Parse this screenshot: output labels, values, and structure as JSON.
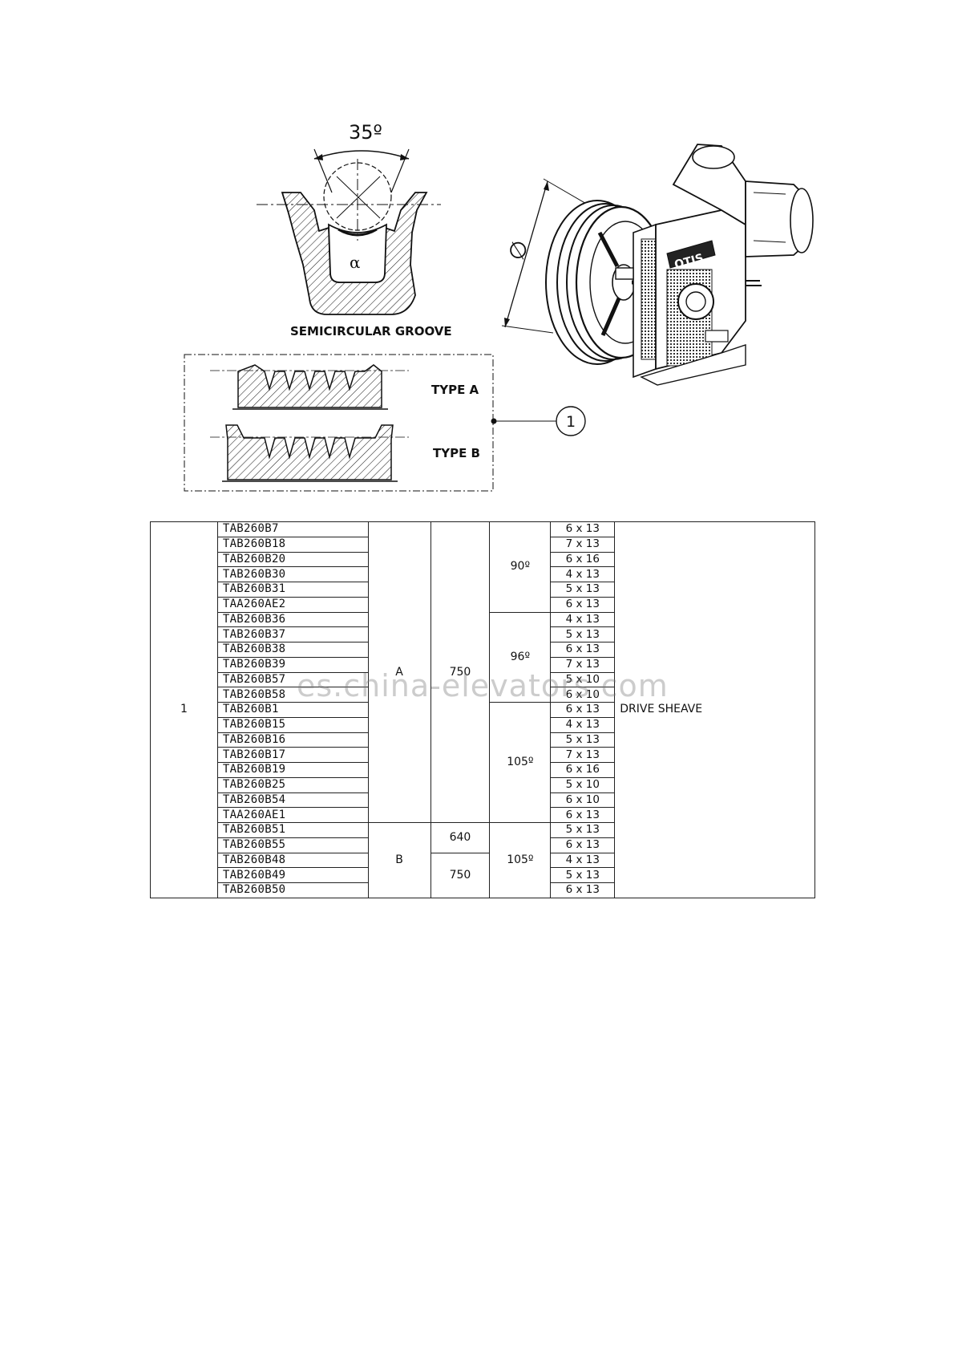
{
  "figure": {
    "angle_label": "35º",
    "alpha_label": "α",
    "groove_caption": "SEMICIRCULAR GROOVE",
    "type_a_label": "TYPE A",
    "type_b_label": "TYPE B",
    "callout_number": "1",
    "diameter_symbol": "∅",
    "brand_text": "OTIS"
  },
  "watermark": "es.china-elevators.com",
  "table": {
    "item_number": "1",
    "description": "DRIVE SHEAVE",
    "type_a": "A",
    "type_b": "B",
    "diameter_750": "750",
    "diameter_640": "640",
    "diameter_750_b": "750",
    "angle_90": "90º",
    "angle_96": "96º",
    "angle_105": "105º",
    "angle_105_b": "105º",
    "rows": [
      {
        "code": "TAB260B7",
        "size": "6 x 13"
      },
      {
        "code": "TAB260B18",
        "size": "7 x 13"
      },
      {
        "code": "TAB260B20",
        "size": "6 x 16"
      },
      {
        "code": "TAB260B30",
        "size": "4 x 13"
      },
      {
        "code": "TAB260B31",
        "size": "5 x 13"
      },
      {
        "code": "TAA260AE2",
        "size": "6 x 13"
      },
      {
        "code": "TAB260B36",
        "size": "4 x 13"
      },
      {
        "code": "TAB260B37",
        "size": "5 x 13"
      },
      {
        "code": "TAB260B38",
        "size": "6 x 13"
      },
      {
        "code": "TAB260B39",
        "size": "7 x 13"
      },
      {
        "code": "TAB260B57",
        "size": "5 x 10"
      },
      {
        "code": "TAB260B58",
        "size": "6 x 10"
      },
      {
        "code": "TAB260B1",
        "size": "6 x 13"
      },
      {
        "code": "TAB260B15",
        "size": "4 x 13"
      },
      {
        "code": "TAB260B16",
        "size": "5 x 13"
      },
      {
        "code": "TAB260B17",
        "size": "7 x 13"
      },
      {
        "code": "TAB260B19",
        "size": "6 x 16"
      },
      {
        "code": "TAB260B25",
        "size": "5 x 10"
      },
      {
        "code": "TAB260B54",
        "size": "6 x 10"
      },
      {
        "code": "TAA260AE1",
        "size": "6 x 13"
      },
      {
        "code": "TAB260B51",
        "size": "5 x 13"
      },
      {
        "code": "TAB260B55",
        "size": "6 x 13"
      },
      {
        "code": "TAB260B48",
        "size": "4 x 13"
      },
      {
        "code": "TAB260B49",
        "size": "5 x 13"
      },
      {
        "code": "TAB260B50",
        "size": "6 x 13"
      }
    ]
  }
}
